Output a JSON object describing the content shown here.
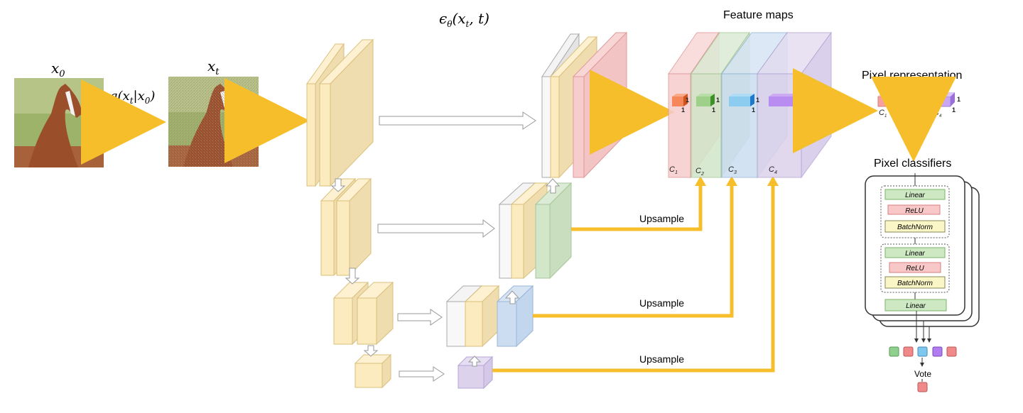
{
  "labels": {
    "x0": "x",
    "x0_sub": "0",
    "xt": "x",
    "xt_sub": "t",
    "q_text": "q(x",
    "q_sub_t": "t",
    "q_mid": "|x",
    "q_sub_0": "0",
    "q_end": ")",
    "eps": "ϵ",
    "eps_sub": "θ",
    "eps_args": "(x",
    "eps_args_sub": "t",
    "eps_tail": ", t)",
    "feature_maps": "Feature maps",
    "pixel_representation": "Pixel representation",
    "pixel_classifiers": "Pixel classifiers",
    "upsample_1": "Upsample",
    "upsample_2": "Upsample",
    "upsample_3": "Upsample",
    "vote": "Vote",
    "c1": "C",
    "c1_sub": "1",
    "c2": "C",
    "c2_sub": "2",
    "c3": "C",
    "c3_sub": "3",
    "c4": "C",
    "c4_sub": "4",
    "one": "1"
  },
  "classifier": {
    "block1": [
      "Linear",
      "ReLU",
      "BatchNorm"
    ],
    "block2": [
      "Linear",
      "ReLU",
      "BatchNorm"
    ],
    "final": "Linear"
  },
  "colors": {
    "arrow": "#F5BE2A",
    "encoder": "#FCEBBF",
    "c1": "#F6C8C8",
    "c2": "#CFE4C8",
    "c3": "#C8DCF2",
    "c4": "#DCD2EC",
    "vote_boxes": [
      "#8FD08F",
      "#F08A8A",
      "#7EC8F0",
      "#B07CF0",
      "#F08A8A"
    ],
    "vote_result": "#F08A8A"
  },
  "images": {
    "clean": "horse photo",
    "noisy": "noisy horse photo"
  }
}
